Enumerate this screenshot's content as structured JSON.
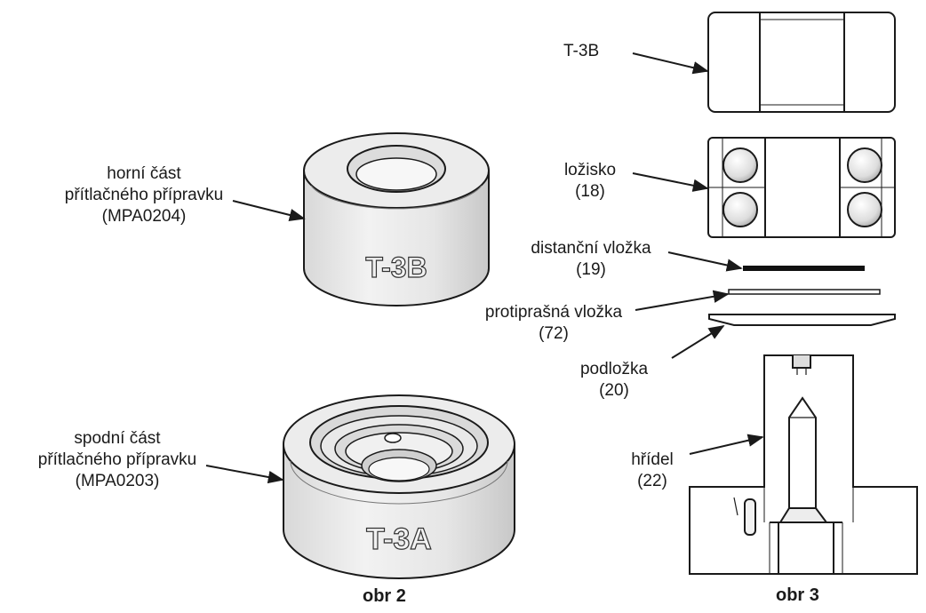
{
  "labels": {
    "upper_part": {
      "line1": "horní část",
      "line2": "přítlačného přípravku",
      "line3": "(MPA0204)"
    },
    "lower_part": {
      "line1": "spodní část",
      "line2": "přítlačného přípravku",
      "line3": "(MPA0203)"
    },
    "t3b": "T-3B",
    "bearing": {
      "name": "ložisko",
      "num": "(18)"
    },
    "spacer": {
      "name": "distanční vložka",
      "num": "(19)"
    },
    "dust_shield": {
      "name": "protiprašná vložka",
      "num": "(72)"
    },
    "washer": {
      "name": "podložka",
      "num": "(20)"
    },
    "shaft": {
      "name": "hřídel",
      "num": "(22)"
    }
  },
  "engravings": {
    "upper": "T-3B",
    "lower": "T-3A"
  },
  "captions": {
    "fig2": "obr 2",
    "fig3": "obr 3"
  }
}
